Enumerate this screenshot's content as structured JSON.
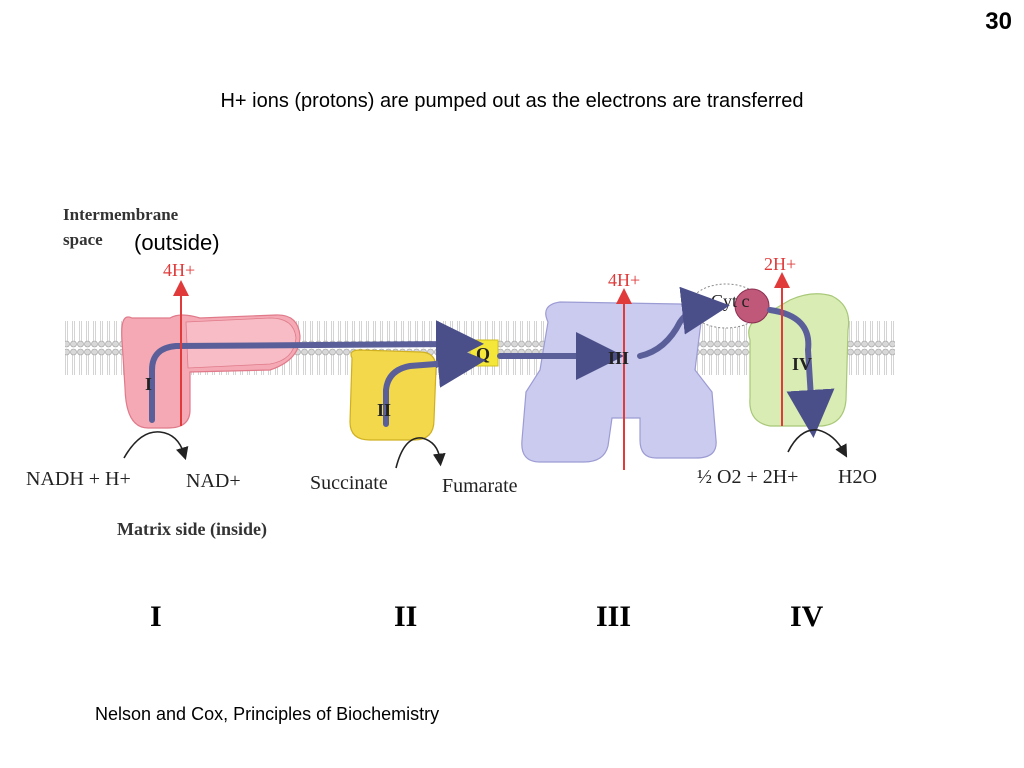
{
  "slide_number": "30",
  "caption": "H+ ions (protons) are pumped out as the electrons are transferred",
  "diagram": {
    "intermembrane_line1": "Intermembrane",
    "intermembrane_line2": "space",
    "outside_note": "(outside)",
    "matrix_label": "Matrix side (inside)",
    "complex1_label": "I",
    "complex2_label": "II",
    "complex3_label": "III",
    "complex4_label": "IV",
    "q_label": "Q",
    "cytc_label": "Cyt c",
    "proton1": "4H+",
    "proton3": "4H+",
    "proton4": "2H+",
    "nadh": "NADH + H+",
    "nad": "NAD+",
    "succinate": "Succinate",
    "fumarate": "Fumarate",
    "oxygen": "½ O2 + 2H+",
    "water": "H2O"
  },
  "bottom_labels": [
    "I",
    "II",
    "III",
    "IV"
  ],
  "credit": "Nelson and Cox, Principles of Biochemistry",
  "colors": {
    "complex1": "#f4a9b4",
    "complex2": "#f2d84a",
    "complex3": "#cbcbf0",
    "complex4": "#d9ecb4",
    "cytc": "#c0587a",
    "q_box": "#f5e63a",
    "arrow": "#5a5f9a",
    "proton_arrow": "#e03a3a",
    "membrane": "#c9c9c9"
  }
}
